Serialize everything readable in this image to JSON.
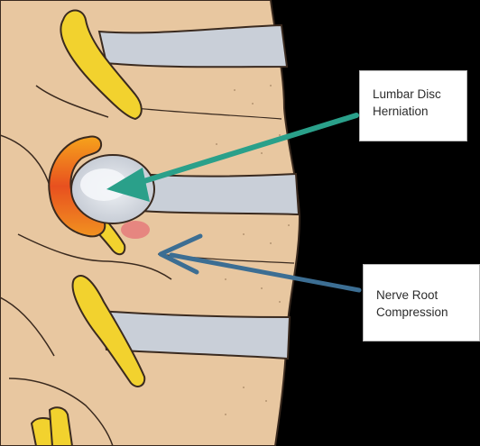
{
  "labels": {
    "herniation": {
      "line1": "Lumbar Disc",
      "line2": "Herniation"
    },
    "compression": {
      "line1": "Nerve Root",
      "line2": "Compression"
    }
  },
  "colors": {
    "background": "#000000",
    "vertebra": "#e8c7a0",
    "disc": "#c9cfd8",
    "nerve": "#f2d22e",
    "herniation_arrow": "#2aa08a",
    "compression_arrow": "#3c6e93",
    "inflammation": "#e8501f"
  }
}
